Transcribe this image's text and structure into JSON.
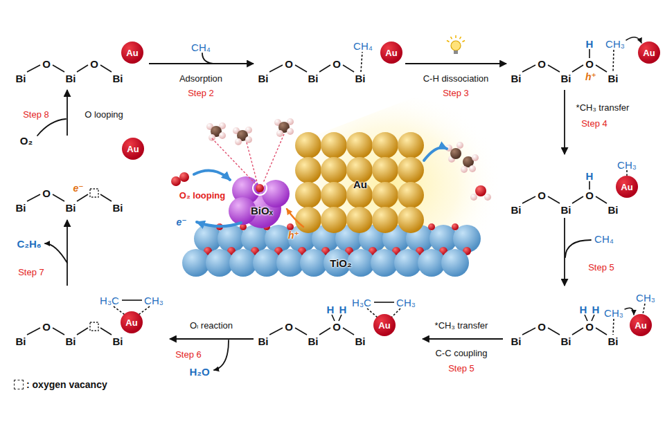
{
  "diagram": {
    "nodes": [
      {
        "text": [
          "Bi",
          "O",
          "Bi",
          "O",
          "Bi"
        ]
      },
      {
        "text": [
          "Au"
        ],
        "in": 0
      },
      {
        "text": [
          "Bi",
          "O",
          "Bi",
          "O",
          "Bi",
          "CH₄"
        ]
      },
      {
        "text": [
          "Au"
        ],
        "in": 2
      },
      {
        "text": [
          "Bi",
          "O",
          "Bi",
          "O",
          "Bi",
          "H",
          "CH₃",
          "h⁺"
        ]
      },
      {
        "text": [
          "Au"
        ],
        "in": 4
      },
      {
        "text": [
          "Bi",
          "O",
          "Bi",
          "O",
          "Bi",
          "H",
          "CH₃"
        ]
      },
      {
        "text": [
          "Au"
        ],
        "in": 6
      },
      {
        "text": [
          "Bi",
          "O",
          "Bi",
          "O",
          "Bi",
          "H",
          "H",
          "CH₃",
          "CH₃"
        ]
      },
      {
        "text": [
          "Au"
        ],
        "in": 8
      },
      {
        "text": [
          "Bi",
          "O",
          "Bi",
          "O",
          "Bi",
          "H",
          "H",
          "H₃C",
          "CH₃"
        ]
      },
      {
        "text": [
          "Au"
        ],
        "in": 10
      },
      {
        "text": [
          "Bi",
          "O",
          "Bi",
          "Bi",
          "H₃C",
          "CH₃"
        ]
      },
      {
        "text": [
          "Au"
        ],
        "in": 12
      },
      {
        "text": [
          "Bi",
          "O",
          "Bi",
          "Bi",
          "e⁻"
        ]
      },
      {
        "text": [
          "Au"
        ],
        "in": 14
      }
    ],
    "edges": [
      {
        "from": 0,
        "to": 2,
        "label": "Adsorption",
        "arrow": "to"
      },
      {
        "from": 2,
        "to": 4,
        "label": "C-H dissociation",
        "arrow": "to"
      },
      {
        "from": 4,
        "to": 6,
        "label": "*CH₃ transfer",
        "arrow": "to"
      },
      {
        "from": 6,
        "to": 8,
        "arrow": "to"
      },
      {
        "from": 8,
        "to": 10,
        "label": "*CH₃ transfer",
        "arrow": "to"
      },
      {
        "from": 10,
        "to": 12,
        "label": "Oₗ reaction",
        "arrow": "to"
      },
      {
        "from": 12,
        "to": 14,
        "arrow": "to"
      },
      {
        "from": 14,
        "to": 0,
        "label": "O looping",
        "arrow": "to"
      }
    ],
    "labels": [
      "CH₄",
      "Step 2",
      "Step 3",
      "Step 4",
      "CH₄",
      "Step 5",
      "C-C coupling",
      "Step 5",
      "H₂O",
      "Step 6",
      "C₂H₆",
      "Step 7",
      "O₂",
      "Step 8",
      "O₂ looping",
      "BiOₓ",
      "Au",
      "TiO₂",
      "e⁻",
      "h⁺"
    ],
    "legend": [
      {
        "text": ": oxygen vacancy"
      }
    ]
  }
}
